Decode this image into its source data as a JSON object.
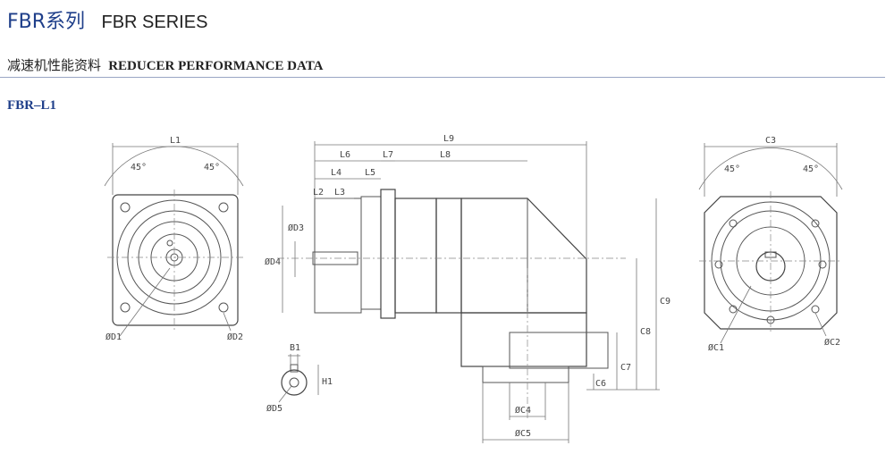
{
  "header": {
    "title_zh": "FBR系列",
    "title_en": "FBR SERIES"
  },
  "section": {
    "title_zh": "减速机性能资料",
    "title_en": "REDUCER PERFORMANCE DATA"
  },
  "model": "FBR–L1",
  "labels": {
    "L1": "L1",
    "L2": "L2",
    "L3": "L3",
    "L4": "L4",
    "L5": "L5",
    "L6": "L6",
    "L7": "L7",
    "L8": "L8",
    "L9": "L9",
    "C3": "C3",
    "C4": "ØC4",
    "C5": "ØC5",
    "C6": "C6",
    "C7": "C7",
    "C8": "C8",
    "C9": "C9",
    "D1": "ØD1",
    "D2": "ØD2",
    "D3": "ØD3",
    "D4": "ØD4",
    "D5": "ØD5",
    "C1": "ØC1",
    "C2": "ØC2",
    "B1": "B1",
    "H1": "H1",
    "angle_left": "45°",
    "angle_right": "45°"
  }
}
